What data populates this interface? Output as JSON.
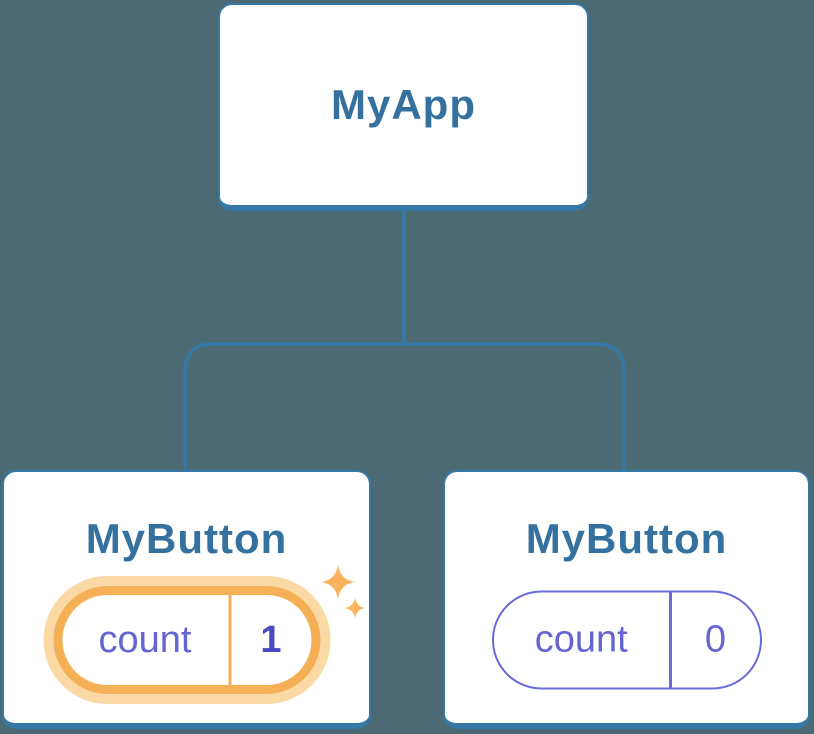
{
  "diagram": {
    "type": "component-tree",
    "root": {
      "title": "MyApp"
    },
    "children": [
      {
        "title": "MyButton",
        "state": {
          "label": "count",
          "value": "1"
        },
        "highlighted": true
      },
      {
        "title": "MyButton",
        "state": {
          "label": "count",
          "value": "0"
        },
        "highlighted": false
      }
    ]
  },
  "icons": {
    "sparkles": {
      "name": "sparkles-icon",
      "glyph": "✦",
      "color": "#F8B45C"
    }
  },
  "colors": {
    "background": "#4B6A73",
    "card_background": "#FFFFFF",
    "card_border": "#3577A5",
    "connector": "#3577A5",
    "title_text": "#35719F",
    "state_text": "#6464D2",
    "state_value_highlight": "#4A4AC4",
    "state_pill_border": "#6A6AD8",
    "highlight_ring": "#F5AF57",
    "highlight_glow": "#FBD9A4",
    "sparkle": "#F8B45C"
  }
}
